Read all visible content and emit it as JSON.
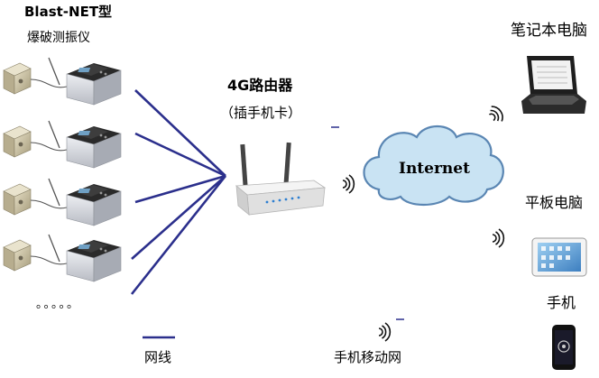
{
  "labels": {
    "device_title": "Blast-NET型",
    "device_subtitle": "爆破测振仪",
    "router_title": "4G路由器",
    "router_subtitle": "（插手机卡）",
    "internet": "Internet",
    "laptop": "笔记本电脑",
    "tablet": "平板电脑",
    "phone": "手机",
    "ellipsis": "。。。。。",
    "legend_cable": "网线",
    "mobile_network": "手机移动网"
  },
  "colors": {
    "cable": "#2b2f8c",
    "cloud_fill": "#c9e3f3",
    "cloud_stroke": "#5a86b3",
    "device_top": "#2a2a2a",
    "device_body": "#d9dbe0",
    "sensor": "#cfc6a8"
  },
  "icons": [
    "vibration-meter-icon",
    "sensor-icon",
    "router-icon",
    "internet-cloud-icon",
    "laptop-icon",
    "tablet-icon",
    "smartphone-icon",
    "wireless-signal-icon"
  ]
}
